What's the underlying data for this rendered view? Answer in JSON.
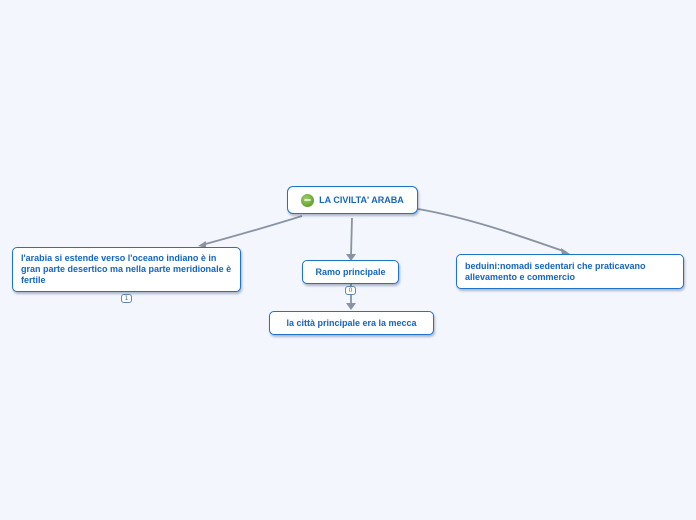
{
  "map": {
    "root": {
      "title": "LA CIVILTA' ARABA",
      "icon": "globe-icon"
    },
    "left": {
      "text": "l'arabia si estende verso l'oceano indiano è in gran parte desertico ma nella parte meridionale è fertile",
      "badge": "1"
    },
    "middle": {
      "text": "Ramo principale",
      "badge": "0"
    },
    "child": {
      "text": "la città principale era la mecca"
    },
    "right": {
      "text": "beduini:nomadi sedentari che praticavano allevamento e commercio"
    }
  },
  "colors": {
    "link": "#8a93a2",
    "border": "#1e74c9",
    "text": "#1565c0",
    "background": "#f3f6fd"
  }
}
